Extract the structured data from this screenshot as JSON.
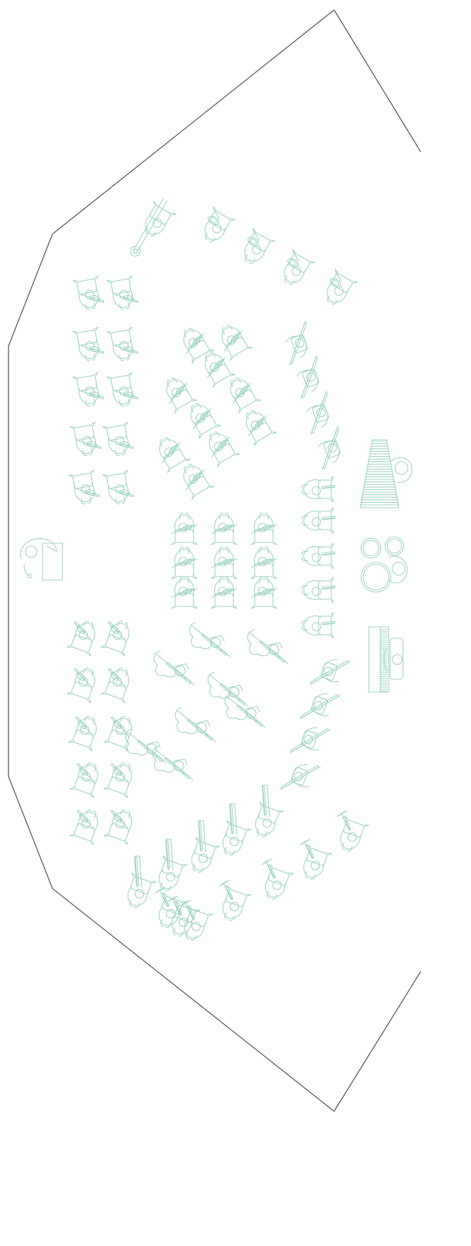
{
  "diagram": {
    "kind": "orchestra-seating-plan",
    "view": "top-down",
    "colors": {
      "musician": "#9fd4c1",
      "stage_outline": "#5a5a5a",
      "background": "#ffffff"
    },
    "sections": [
      {
        "id": "conductor",
        "icon": "conductor-icon",
        "count": 1
      },
      {
        "id": "first-violins",
        "icon": "violinist-icon",
        "count": 10
      },
      {
        "id": "second-violins",
        "icon": "violinist-icon",
        "count": 10
      },
      {
        "id": "violas",
        "icon": "violist-icon",
        "count": 10
      },
      {
        "id": "cellos",
        "icon": "cellist-icon",
        "count": 8
      },
      {
        "id": "winds-center",
        "icon": "wind-player-icon",
        "count": 9
      },
      {
        "id": "clarinets",
        "icon": "clarinetist-icon",
        "count": 4
      },
      {
        "id": "oboes",
        "icon": "oboist-icon",
        "count": 4
      },
      {
        "id": "flutes",
        "icon": "flutist-icon",
        "count": 5
      },
      {
        "id": "horns",
        "icon": "horn-player-icon",
        "count": 4
      },
      {
        "id": "bassoon",
        "icon": "bassoonist-icon",
        "count": 1
      },
      {
        "id": "trombones",
        "icon": "trombonist-icon",
        "count": 5
      },
      {
        "id": "trumpets",
        "icon": "trumpeter-icon",
        "count": 7
      },
      {
        "id": "xylophone",
        "icon": "xylophone-icon",
        "count": 1
      },
      {
        "id": "timpani",
        "icon": "timpani-icon",
        "count": 1
      },
      {
        "id": "piano",
        "icon": "piano-icon",
        "count": 1
      }
    ]
  }
}
